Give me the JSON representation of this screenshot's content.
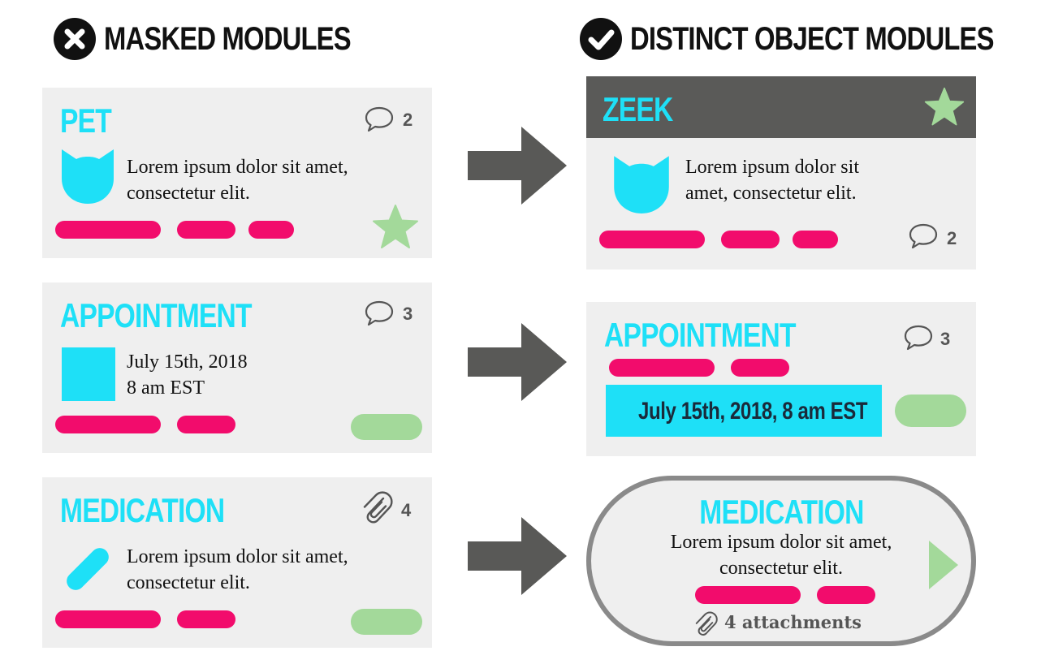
{
  "left_heading": {
    "icon": "x-circle-icon",
    "text": "MASKED MODULES"
  },
  "right_heading": {
    "icon": "check-circle-icon",
    "text": "DISTINCT OBJECT MODULES"
  },
  "colors": {
    "title_cyan": "#1ee0f7",
    "tag_pink": "#f20c6c",
    "accent_green": "#a3d99a",
    "card_gray": "#efefef",
    "header_dark": "#5a5a58",
    "arrow_gray": "#595957"
  },
  "masked": {
    "pet": {
      "title": "PET",
      "comment_count": "2",
      "body_line1": "Lorem ipsum dolor sit amet,",
      "body_line2": "consectetur  elit.",
      "icons": [
        "cat-icon",
        "comment-icon",
        "star-icon"
      ]
    },
    "appointment": {
      "title": "APPOINTMENT",
      "comment_count": "3",
      "date": "July 15th, 2018",
      "time": "8 am EST",
      "icons": [
        "calendar-square-icon",
        "comment-icon"
      ]
    },
    "medication": {
      "title": "MEDICATION",
      "attachment_count": "4",
      "body_line1": "Lorem ipsum dolor sit amet,",
      "body_line2": "consectetur  elit.",
      "icons": [
        "pill-icon",
        "paperclip-icon"
      ]
    }
  },
  "distinct": {
    "pet": {
      "title": "ZEEK",
      "comment_count": "2",
      "body_line1": "Lorem ipsum dolor sit",
      "body_line2": "amet, consectetur  elit.",
      "icons": [
        "star-icon",
        "cat-icon",
        "comment-icon"
      ]
    },
    "appointment": {
      "title": "APPOINTMENT",
      "comment_count": "3",
      "datetime": "July 15th, 2018, 8 am EST",
      "icons": [
        "comment-icon"
      ]
    },
    "medication": {
      "title": "MEDICATION",
      "body_line1": "Lorem ipsum dolor sit amet,",
      "body_line2": "consectetur  elit.",
      "attachments_label": "4 attachments",
      "icons": [
        "paperclip-icon",
        "play-arrow-icon"
      ]
    }
  }
}
